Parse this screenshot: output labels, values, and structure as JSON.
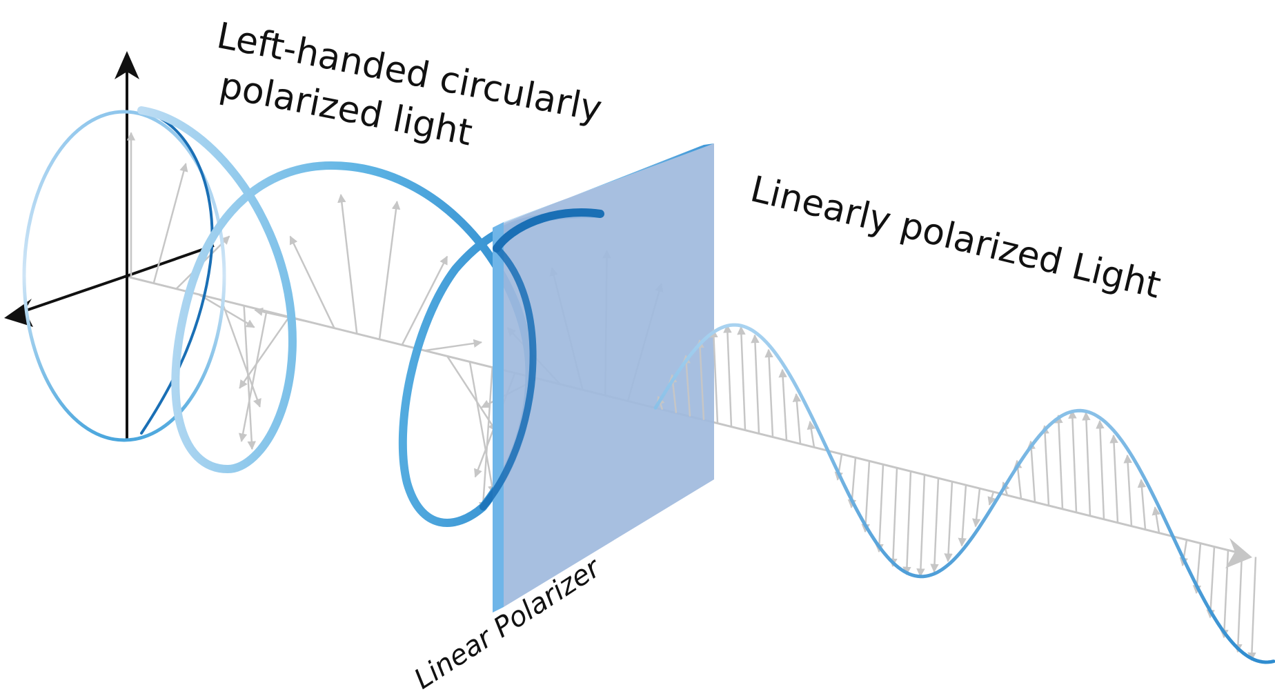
{
  "labels": {
    "circular": [
      "Left-handed circularly",
      "polarized light"
    ],
    "linear": "Linearly polarized Light",
    "polarizer": "Linear Polarizer"
  },
  "colors": {
    "dark_blue": "#1a6fb5",
    "mid_blue": "#3aa0dc",
    "light_blue": "#b9dbf3",
    "polarizer_face": "#9fbadd",
    "polarizer_edge": "#6fb5e8",
    "vector_gray": "#c6c6c6",
    "axis_black": "#111111"
  },
  "icons": [
    "arrow-up-icon",
    "arrow-left-icon",
    "arrow-right-icon"
  ]
}
